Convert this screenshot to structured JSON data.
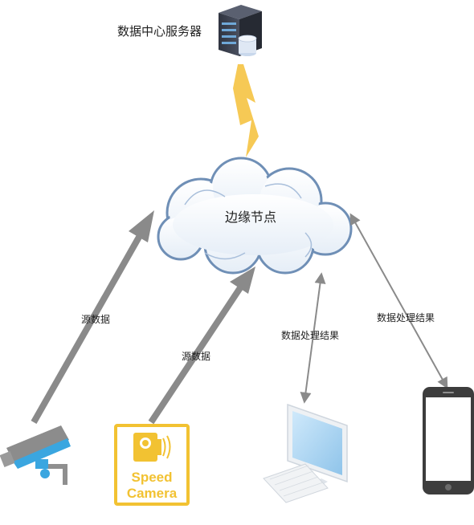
{
  "nodes": {
    "server": {
      "label": "数据中心服务器"
    },
    "edge": {
      "label": "边缘节点"
    },
    "speed_camera": {
      "line1": "Speed",
      "line2": "Camera"
    }
  },
  "links": {
    "cctv_to_edge": "源数据",
    "speedcam_to_edge": "源数据",
    "edge_to_monitor": "数据处理结果",
    "edge_to_phone": "数据处理结果"
  },
  "colors": {
    "arrow_gray": "#8a8a8a",
    "lightning": "#f5c342",
    "cloud_outline": "#6f8fb6",
    "camera_yellow": "#f2c232",
    "cctv_blue": "#3aa6e0",
    "phone_dark": "#3d3d3d"
  }
}
